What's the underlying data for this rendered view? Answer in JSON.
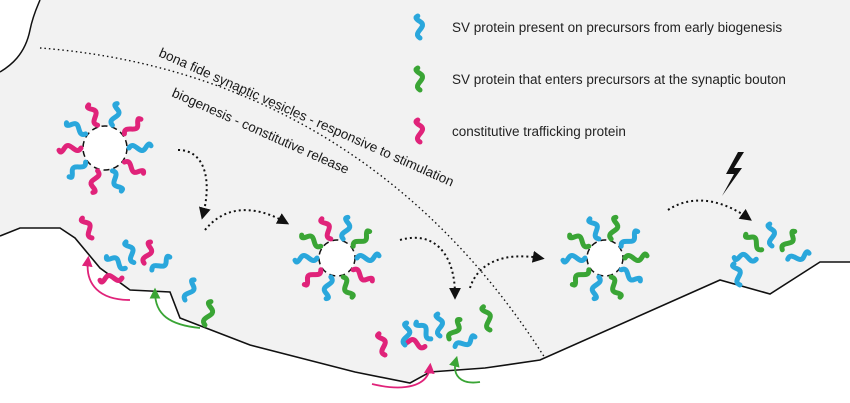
{
  "legend": {
    "items": [
      {
        "label": "SV protein present on precursors from early biogenesis",
        "color": "#2aa7dc",
        "icon": "squiggle-blue"
      },
      {
        "label": "SV protein that enters precursors at the synaptic bouton",
        "color": "#3aa535",
        "icon": "squiggle-green"
      },
      {
        "label": "constitutive trafficking protein",
        "color": "#e0237a",
        "icon": "squiggle-magenta"
      }
    ]
  },
  "pathways": {
    "upper_label": "bona fide synaptic vesicles - responsive to stimulation",
    "lower_label": "biogenesis - constitutive release"
  },
  "colors": {
    "sv_early": "#2aa7dc",
    "sv_bouton": "#3aa535",
    "constitutive": "#e0237a",
    "cell_fill": "#f2f2f2",
    "outline": "#111111"
  },
  "icons": [
    "lightning-bolt-icon",
    "dotted-arrow-icon",
    "curved-arrow-icon"
  ]
}
